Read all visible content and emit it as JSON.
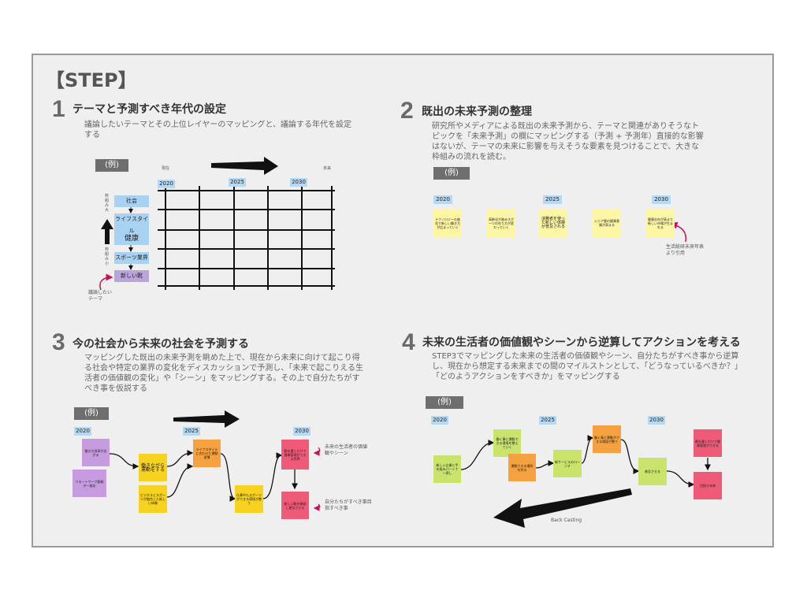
{
  "page_title": "【STEP】",
  "steps": [
    {
      "num": "1",
      "title": "テーマと予測すべき年代の設定",
      "desc": "議論したいテーマとその上位レイヤーのマッピングと、議論する年代を設定する"
    },
    {
      "num": "2",
      "title": "既出の未来予測の整理",
      "desc": "研究所やメディアによる既出の未来予測から、テーマと関連がありそうなトピックを「未来予測」の欄にマッピングする（予測 + 予測年）直接的な影響はないが、テーマの未来に影響を与えそうな要素を見つけることで、大きな枠組みの流れを読む。"
    },
    {
      "num": "3",
      "title": "今の社会から未来の社会を予測する",
      "desc": "マッピングした既出の未来予測を眺めた上で、現在から未来に向けて起こり得る社会や特定の業界の変化をディスカッションで予測し、「未来で起こりえる生活者の価値観の変化」や「シーン」をマッピングする。その上で自分たちがすべき事を仮説する"
    },
    {
      "num": "4",
      "title": "未来の生活者の価値観やシーンから逆算してアクションを考える",
      "desc": "STEP3でマッピングした未来の生活者の価値観やシーン、自分たちがすべき事から逆算し、現在から想定する未来までの間のマイルストンとして、「どうなっているべきか？」「どのようアクションをすべきか」をマッピングする"
    }
  ],
  "example_label": "(例)",
  "years": {
    "y2020": "2020",
    "y2025": "2025",
    "y2030": "2030"
  },
  "step1": {
    "now": "現在",
    "future": "未来",
    "frame_big": "枠組み大",
    "frame_small": "枠組み小",
    "levels": [
      "社会",
      "ライフスタイル",
      "健康",
      "スポーツ業界",
      "新しい靴"
    ],
    "theme_note": "議論したいテーマ"
  },
  "step2": {
    "notes": [
      "テクノロジーの進化で新しい働き方が広まっていく",
      "高齢化が進みスポーツの在り方が変わっていく",
      "消費者を使った新しい体験が普及される",
      "シニア層の健康意識が高まる",
      "健康志向が高まり新しい市場が生まれる"
    ],
    "citation": "生活総研未来年表より引用"
  },
  "step3": {
    "notes": {
      "a": "働き方改革が広がる",
      "b": "リモートワーク勤務が一般化",
      "c": "働きながら運動をする",
      "d": "ビジネスとスポーツが融合した新しい体験",
      "e": "ライフスタイルに合わせた運動習慣",
      "f": "仕事中もスポーツができる環境が整う",
      "g": "靴を履くだけで健康管理ができる世界",
      "h": "新しい靴を開発し普及させる"
    },
    "label_top": "未来の生活者の価値観やシーン",
    "label_bottom": "自分たちがすべき事目指すべき事"
  },
  "step4": {
    "notes": {
      "a": "新しい企業と手を組みパートナー探し",
      "b": "働く事と運動できる環境を整えていく",
      "c": "運動できる場所を作る",
      "d": "新サービスのローンチ",
      "e": "働く事と運動ができる環境が整う",
      "f": "普及させる",
      "g": "靴を履くだけで健康管理ができる",
      "h": "目指す未来"
    },
    "back_casting": "Back Casting"
  },
  "colors": {
    "frame": "#9a9a9a",
    "year_tag": "#b5d8f3",
    "example_tag": "#6e6e6e",
    "arrow": "#111111",
    "accent_pink": "#c8105c"
  }
}
